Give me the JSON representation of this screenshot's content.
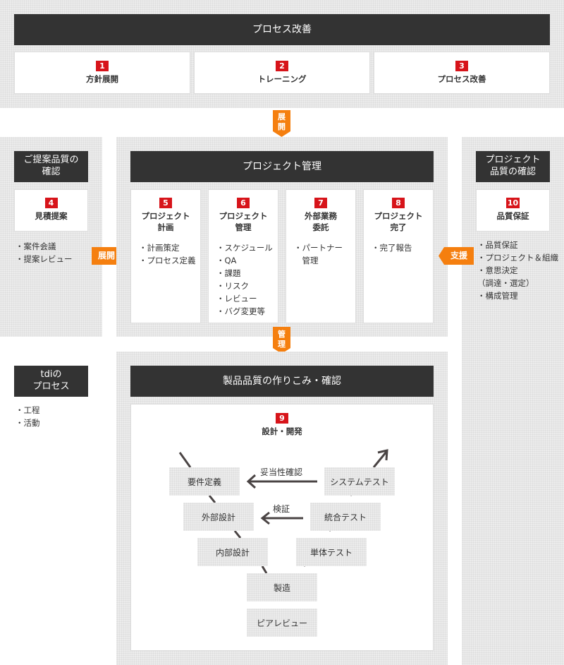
{
  "top": {
    "header": "プロセス改善",
    "cards": [
      {
        "num": "1",
        "title": "方針展開"
      },
      {
        "num": "2",
        "title": "トレーニング"
      },
      {
        "num": "3",
        "title": "プロセス改善"
      }
    ],
    "down_arrow": "展\n開"
  },
  "left": {
    "header": "ご提案品質の\n確認",
    "card": {
      "num": "4",
      "title": "見積提案"
    },
    "items": [
      "・案件会議",
      "・提案レビュー"
    ],
    "arrow_label": "展開"
  },
  "center": {
    "header": "プロジェクト管理",
    "cards": [
      {
        "num": "5",
        "title": "プロジェクト\n計画",
        "items": [
          "・計画策定",
          "・プロセス定義"
        ]
      },
      {
        "num": "6",
        "title": "プロジェクト\n管理",
        "items": [
          "・スケジュール",
          "・QA",
          "・課題",
          "・リスク",
          "・レビュー",
          "・バグ変更等"
        ]
      },
      {
        "num": "7",
        "title": "外部業務\n委託",
        "items": [
          "・パートナー",
          "　管理"
        ]
      },
      {
        "num": "8",
        "title": "プロジェクト\n完了",
        "items": [
          "・完了報告"
        ]
      }
    ],
    "down_arrow": "管\n理"
  },
  "right": {
    "header": "プロジェクト\n品質の確認",
    "card": {
      "num": "10",
      "title": "品質保証"
    },
    "items": [
      "・品質保証",
      "・プロジェクト＆組織",
      "・意思決定",
      "（調達・選定）",
      "・構成管理"
    ],
    "arrow_label": "支援"
  },
  "tdi": {
    "header": "tdiの\nプロセス",
    "items": [
      "・工程",
      "・活動"
    ]
  },
  "product": {
    "header": "製品品質の作りこみ・確認",
    "num": "9",
    "title": "設計・開発",
    "v_model": {
      "left": [
        "要件定義",
        "外部設計",
        "内部設計"
      ],
      "bottom": "製造",
      "right": [
        "システムテスト",
        "統合テスト",
        "単体テスト"
      ],
      "extra": "ピアレビュー",
      "arrow_labels": [
        "妥当性確認",
        "検証"
      ]
    }
  },
  "colors": {
    "dark_header": "#333333",
    "number_badge": "#d7141a",
    "orange_arrow": "#f57f0f",
    "panel_bg": "#ececec"
  }
}
